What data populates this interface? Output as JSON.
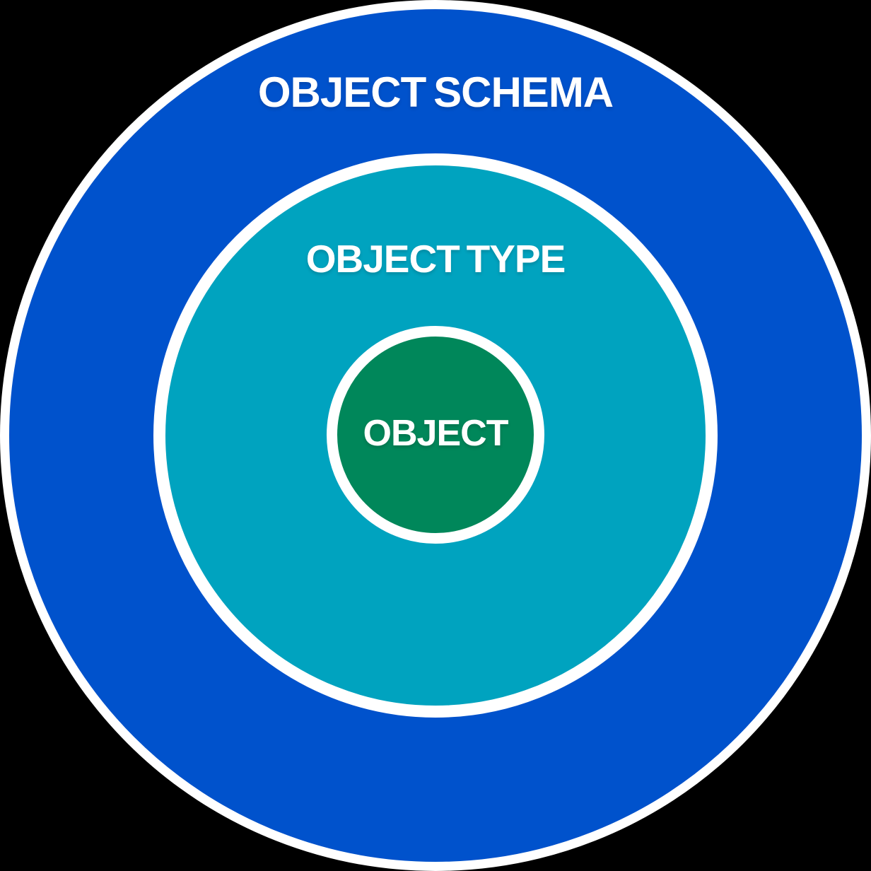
{
  "diagram": {
    "title": "Concentric diagram of object hierarchy",
    "background_color": "#000000",
    "ring_border_color": "#ffffff",
    "label_text_color": "#ffffff",
    "rings": [
      {
        "id": "object-schema",
        "label": "OBJECT SCHEMA",
        "color": "#0052CC"
      },
      {
        "id": "object-type",
        "label": "OBJECT TYPE",
        "color": "#00A3BF"
      },
      {
        "id": "object",
        "label": "OBJECT",
        "color": "#00875A"
      }
    ]
  }
}
